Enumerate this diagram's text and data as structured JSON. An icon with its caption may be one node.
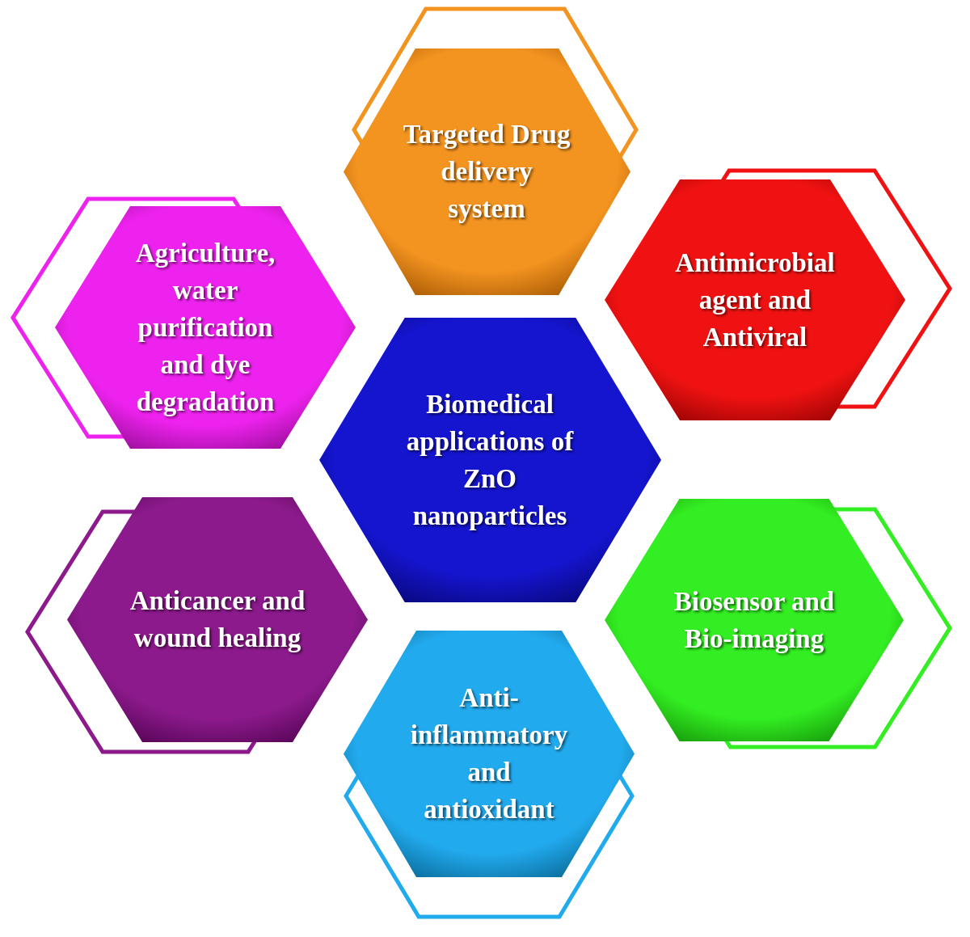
{
  "diagram": {
    "nodes": [
      {
        "text": [
          "Biomedical applications of ZnO nanoparticles"
        ]
      },
      {
        "text": [
          "Targeted Drug delivery system"
        ]
      },
      {
        "text": [
          "Agriculture, water purification and dye degradation"
        ]
      },
      {
        "text": [
          "Antimicrobial agent and Antiviral"
        ]
      },
      {
        "text": [
          "Anticancer and wound healing"
        ]
      },
      {
        "text": [
          "Biosensor and Bio-imaging"
        ]
      },
      {
        "text": [
          "Anti-inflammatory and antioxidant"
        ]
      }
    ]
  }
}
